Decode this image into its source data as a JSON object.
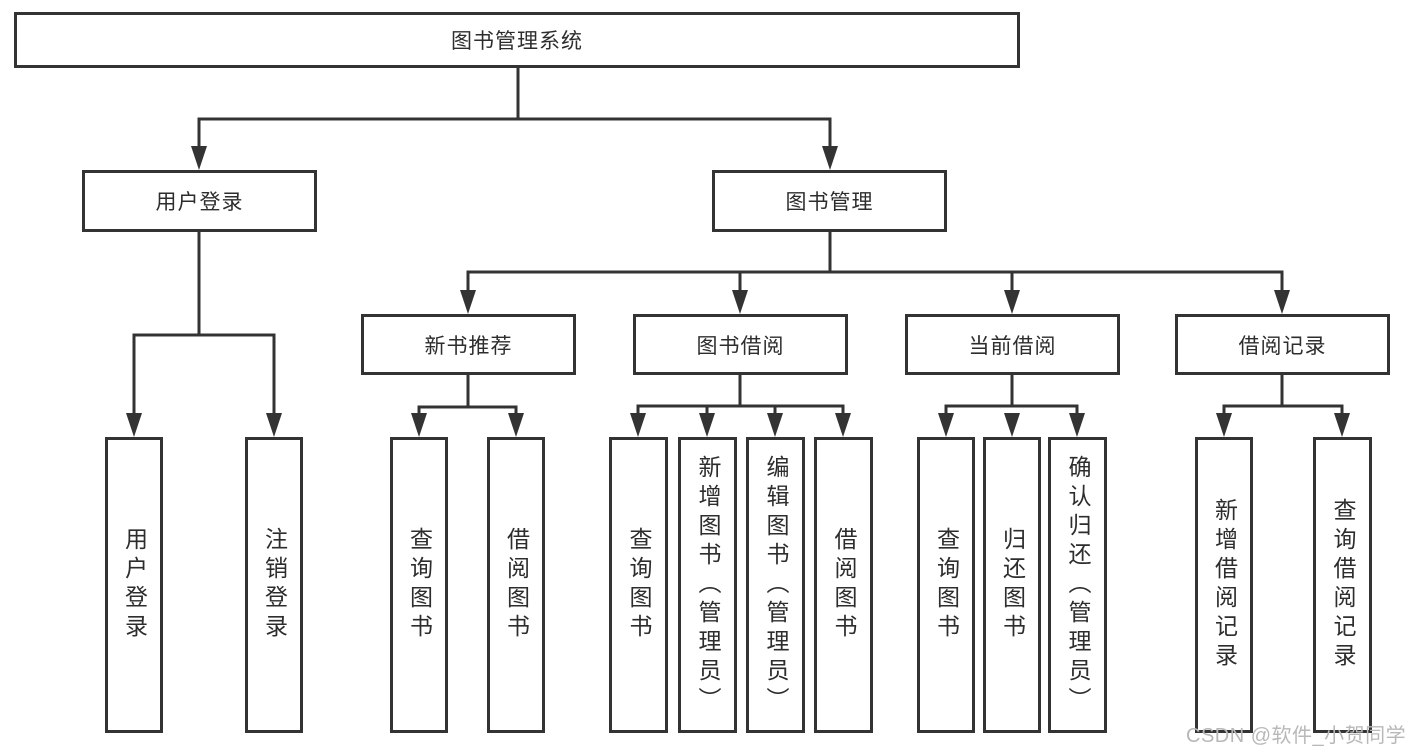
{
  "colors": {
    "line": "#333333",
    "box_border": "#333333",
    "box_fill": "#ffffff",
    "text": "#2d2d2d",
    "watermark": "#b8b8b8",
    "background": "#ffffff"
  },
  "nodes": {
    "root": {
      "label": "图书管理系统"
    },
    "l2": [
      {
        "label": "用户登录"
      },
      {
        "label": "图书管理"
      }
    ],
    "l3": [
      {
        "label": "新书推荐"
      },
      {
        "label": "图书借阅"
      },
      {
        "label": "当前借阅"
      },
      {
        "label": "借阅记录"
      }
    ],
    "l4": [
      {
        "label": "用户登录"
      },
      {
        "label": "注销登录"
      },
      {
        "label": "查询图书"
      },
      {
        "label": "借阅图书"
      },
      {
        "label": "查询图书"
      },
      {
        "label": "新增图书（管理员）"
      },
      {
        "label": "编辑图书（管理员）"
      },
      {
        "label": "借阅图书"
      },
      {
        "label": "查询图书"
      },
      {
        "label": "归还图书"
      },
      {
        "label": "确认归还（管理员）"
      },
      {
        "label": "新增借阅记录"
      },
      {
        "label": "查询借阅记录"
      }
    ]
  },
  "watermark": {
    "text": "CSDN @软件_小贺同学"
  }
}
